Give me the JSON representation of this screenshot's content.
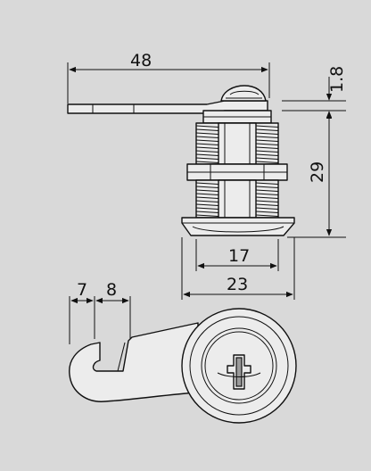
{
  "drawing": {
    "dimensions": {
      "cam_length": "48",
      "cam_thickness": "1.8",
      "body_height": "29",
      "thread_diameter": "17",
      "flange_diameter": "23",
      "slot_width": "7",
      "slot_offset": "8"
    }
  },
  "colors": {
    "background": "#d9d9d9",
    "line": "#111111",
    "part_fill": "#ececec"
  }
}
